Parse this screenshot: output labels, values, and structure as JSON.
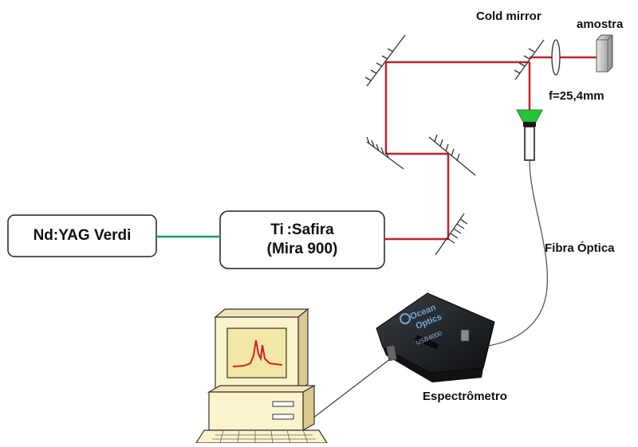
{
  "labels": {
    "laser_pump": "Nd:YAG Verdi",
    "ti_sapphire_line1": "Ti :Safira",
    "ti_sapphire_line2": "(Mira 900)",
    "cold_mirror": "Cold mirror",
    "sample": "amostra",
    "focal_length": "f=25,4mm",
    "fiber": "Fibra Óptica",
    "spectrometer": "Espectrômetro",
    "brand_line1": "Ocean",
    "brand_line2": "Optics",
    "model": "USB4000"
  },
  "colors": {
    "red_beam": "#c8202a",
    "green_beam": "#1aa05a",
    "fiber_tip": "#27c43a",
    "box_border": "#222222",
    "monitor_body": "#fbf3cc",
    "screen_bg": "#f2e7a6",
    "trace": "#d22222",
    "spectrometer_body": "#202326"
  },
  "icons": {
    "mirror": "mirror-icon",
    "lens": "lens-icon",
    "sample": "sample-cuvette-icon",
    "fiber_head": "fiber-collimator-icon",
    "spectrometer": "spectrometer-icon",
    "computer": "computer-icon"
  }
}
